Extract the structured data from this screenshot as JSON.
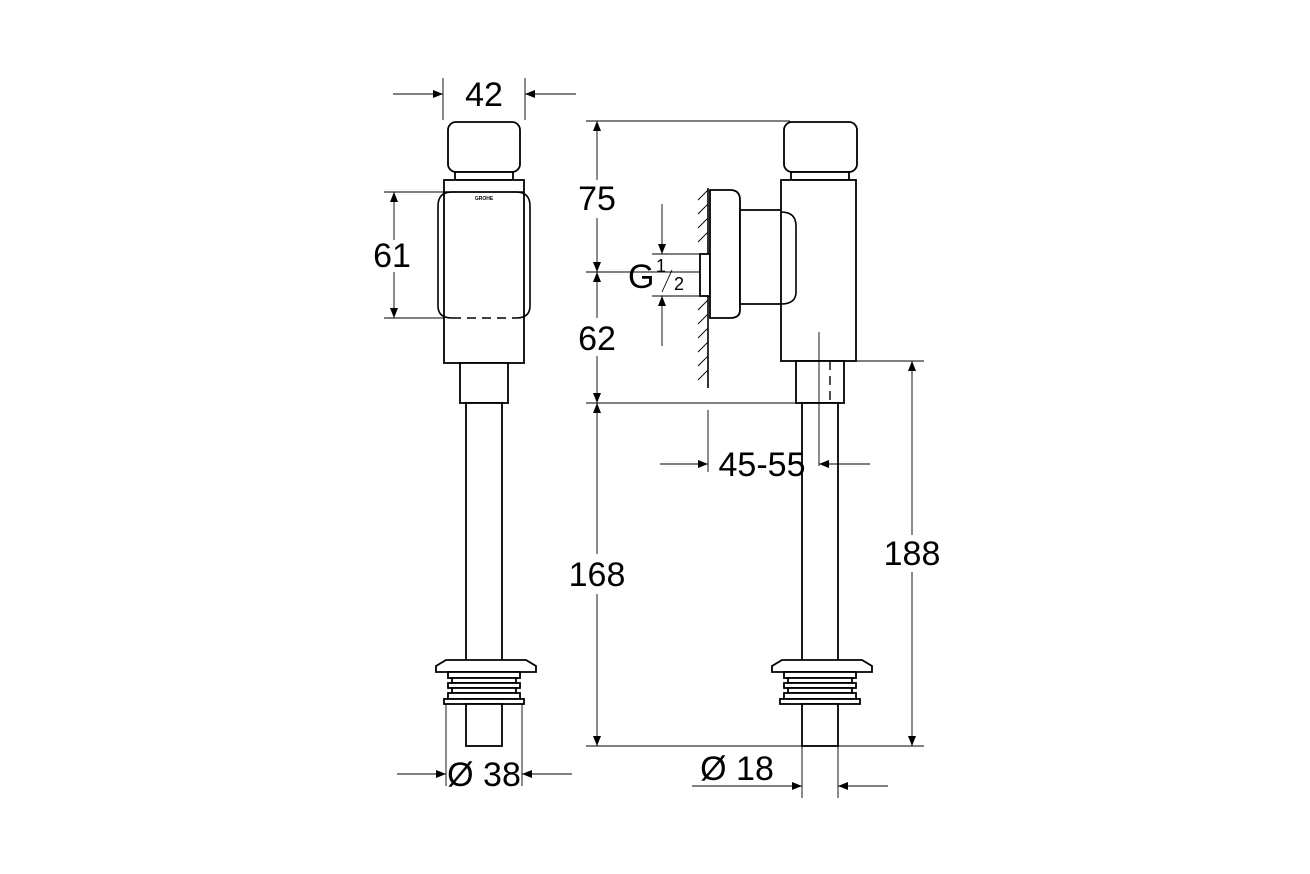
{
  "dimensions": {
    "top_width": "42",
    "cap_height": "75",
    "body_height": "61",
    "connection": "G",
    "connection_num": "1",
    "connection_den": "2",
    "lower_height": "62",
    "wall_distance": "45-55",
    "pipe_length": "168",
    "total_height": "188",
    "flange_diameter": "Ø 38",
    "pipe_diameter": "Ø 18"
  },
  "brand_mark": "GROHE"
}
